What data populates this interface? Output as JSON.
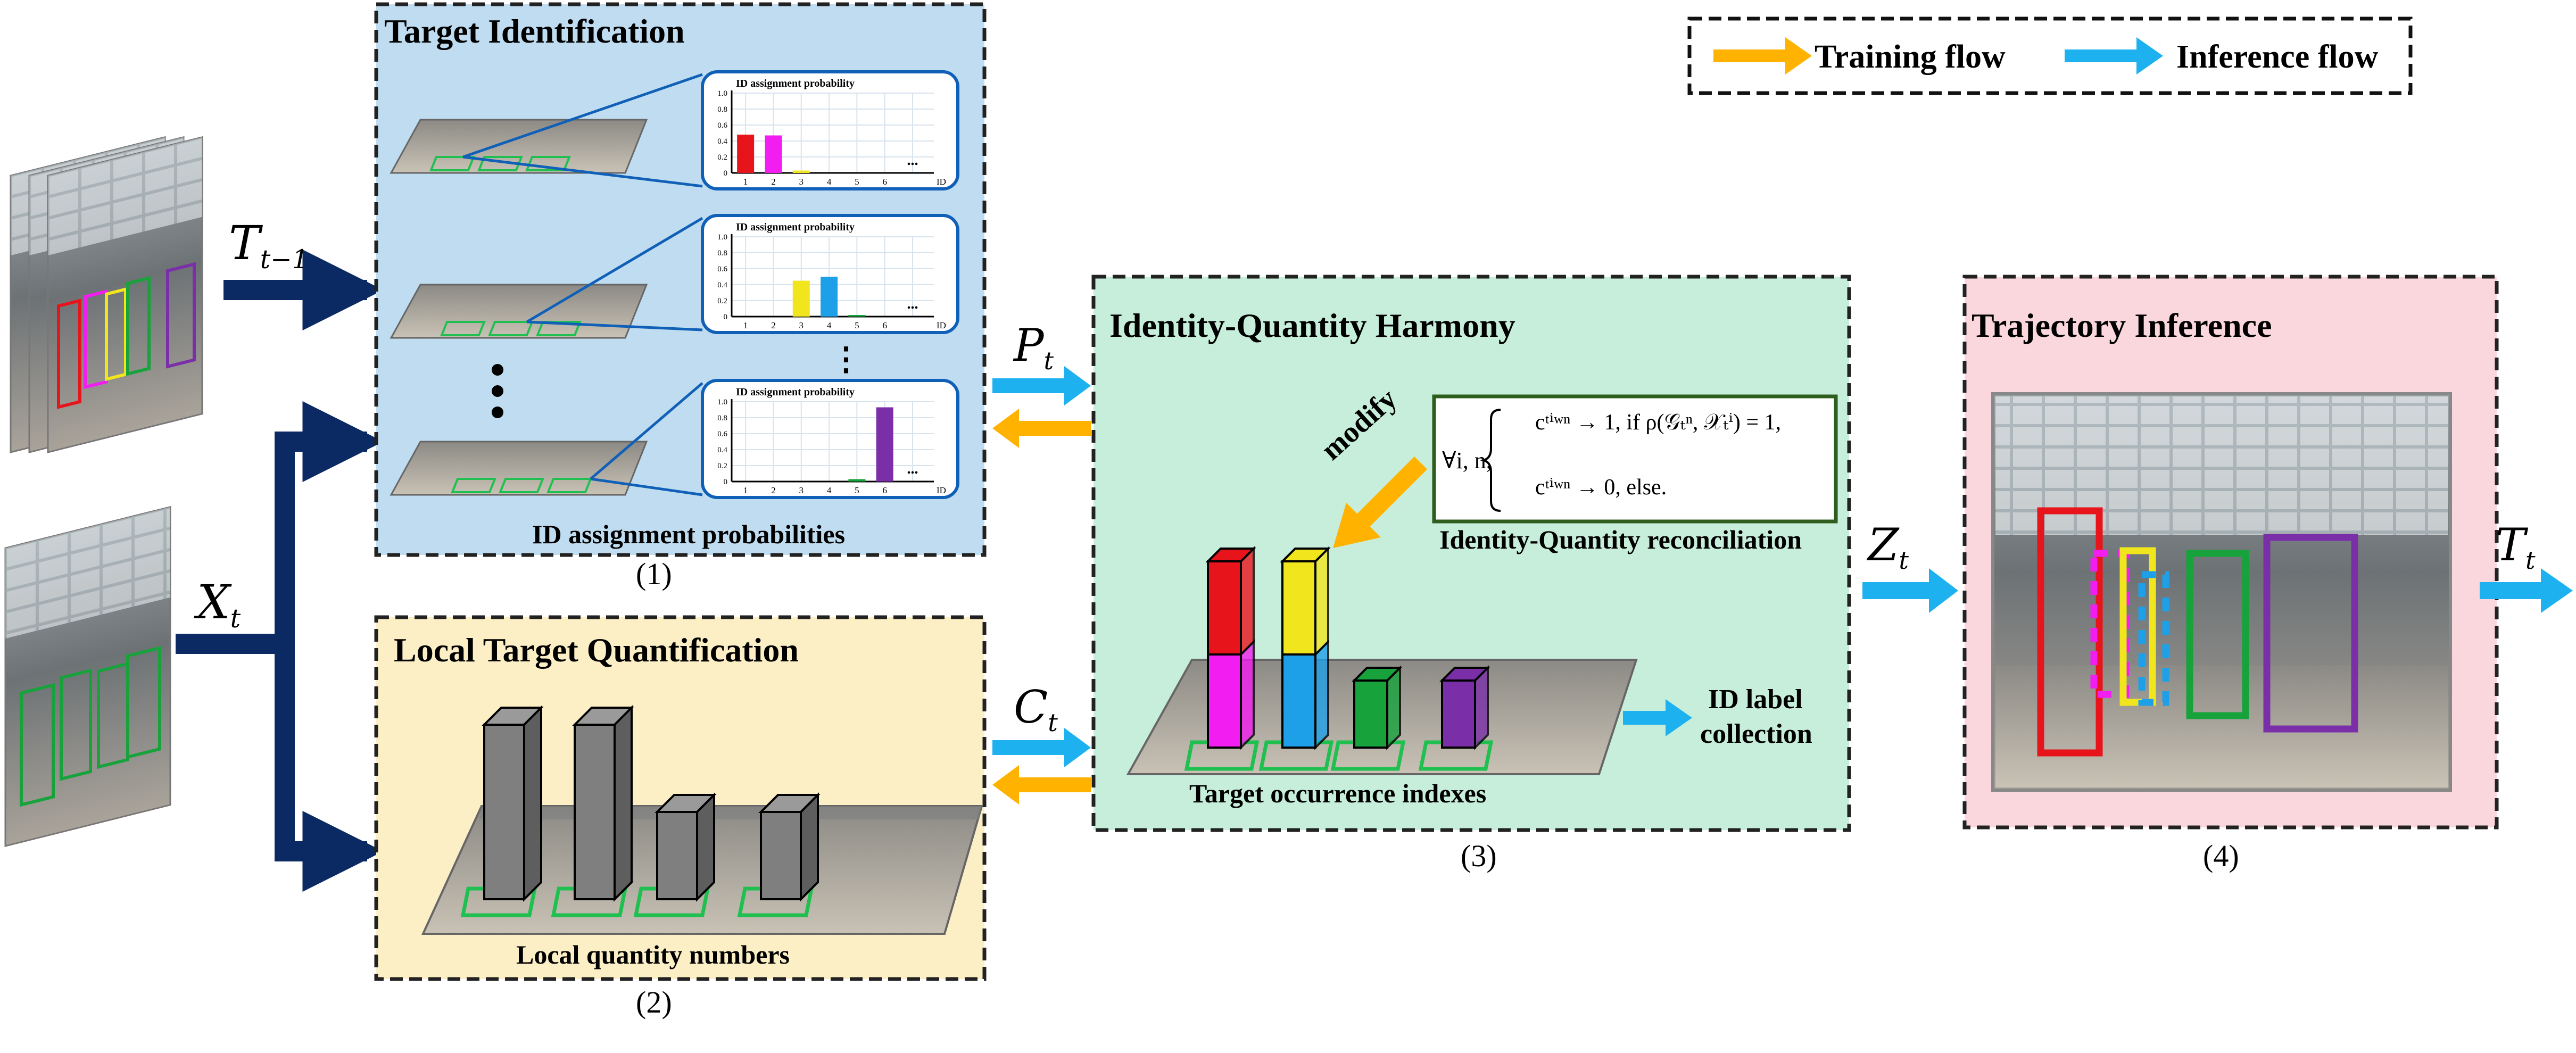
{
  "legend": {
    "training_label": "Training flow",
    "inference_label": "Inference flow",
    "training_color": "#FFB300",
    "inference_color": "#1EB1F0"
  },
  "colors": {
    "nav_arrow": "#0B2A63",
    "panel1_bg": "#BFDCF0",
    "panel2_bg": "#FCEFC6",
    "panel3_bg": "#C7EEDB",
    "panel4_bg": "#F9D7DD",
    "gray_bar": "#7F7F7F"
  },
  "inputs": {
    "prev_trajectory_symbol": "T",
    "prev_trajectory_sub": "t−1",
    "frames_symbol": "X",
    "frames_sub": "t"
  },
  "panel1": {
    "title": "Target Identification",
    "footer": "ID assignment probabilities",
    "number": "(1)",
    "chart_title": "ID assignment probability",
    "ellipsis": "⋮"
  },
  "panel2": {
    "title": "Local Target Quantification",
    "footer": "Local quantity numbers",
    "number": "(2)"
  },
  "panel3": {
    "title": "Identity-Quantity Harmony",
    "modify_label": "modify",
    "reconciliation_caption": "Identity-Quantity reconciliation",
    "formula_quantifier": "∀i, n,",
    "formula_case1": "cᵗⁱʷⁿ → 1,   if ρ(𝒢ₜⁿ, 𝒳ₜⁱ) = 1,",
    "formula_case2": "cᵗⁱʷⁿ → 0,   else.",
    "footer": "Target occurrence indexes",
    "id_label_line1": "ID label",
    "id_label_line2": "collection",
    "number": "(3)"
  },
  "panel4": {
    "title": "Trajectory Inference",
    "number": "(4)"
  },
  "flows": {
    "p_symbol": "P",
    "p_sub": "t",
    "c_symbol": "C",
    "c_sub": "t",
    "z_symbol": "Z",
    "z_sub": "t",
    "out_symbol": "T",
    "out_sub": "t"
  },
  "chart_data": [
    {
      "type": "bar",
      "title": "ID assignment probability",
      "xlabel": "ID",
      "categories": [
        "1",
        "2",
        "3",
        "4",
        "5",
        "6",
        "..."
      ],
      "yticks": [
        0,
        0.2,
        0.4,
        0.6,
        0.8,
        1.0
      ],
      "ylim": [
        0,
        1.0
      ],
      "values": [
        0.48,
        0.47,
        0.03,
        0,
        0,
        0,
        null
      ],
      "colors": [
        "#E8141B",
        "#F21DF0",
        "#F1E61E",
        "#1EA0E8",
        "#17A23C",
        "#7A2FA8",
        "#000000"
      ]
    },
    {
      "type": "bar",
      "title": "ID assignment probability",
      "xlabel": "ID",
      "categories": [
        "1",
        "2",
        "3",
        "4",
        "5",
        "6",
        "..."
      ],
      "yticks": [
        0,
        0.2,
        0.4,
        0.6,
        0.8,
        1.0
      ],
      "ylim": [
        0,
        1.0
      ],
      "values": [
        0,
        0,
        0.45,
        0.5,
        0.02,
        0,
        null
      ],
      "colors": [
        "#E8141B",
        "#F21DF0",
        "#F1E61E",
        "#1EA0E8",
        "#17A23C",
        "#7A2FA8",
        "#000000"
      ]
    },
    {
      "type": "bar",
      "title": "ID assignment probability",
      "xlabel": "ID",
      "categories": [
        "1",
        "2",
        "3",
        "4",
        "5",
        "6",
        "..."
      ],
      "yticks": [
        0,
        0.2,
        0.4,
        0.6,
        0.8,
        1.0
      ],
      "ylim": [
        0,
        1.0
      ],
      "values": [
        0,
        0,
        0,
        0,
        0.03,
        0.93,
        null
      ],
      "colors": [
        "#E8141B",
        "#F21DF0",
        "#F1E61E",
        "#1EA0E8",
        "#17A23C",
        "#7A2FA8",
        "#000000"
      ]
    }
  ],
  "quantity_bars": {
    "values": [
      4,
      4,
      2,
      2
    ],
    "color": "#7F7F7F"
  },
  "occurrence_stacks": {
    "stacks": [
      {
        "segments": [
          "#F21DF0",
          "#E8141B"
        ]
      },
      {
        "segments": [
          "#1EA0E8",
          "#F1E61E"
        ]
      },
      {
        "segments": [
          "#17A23C"
        ]
      },
      {
        "segments": [
          "#7A2FA8"
        ]
      }
    ]
  },
  "trajectory_boxes": {
    "colors": [
      "#E8141B",
      "#F21DF0",
      "#F1E61E",
      "#1EA0E8",
      "#17A23C",
      "#7A2FA8"
    ]
  }
}
